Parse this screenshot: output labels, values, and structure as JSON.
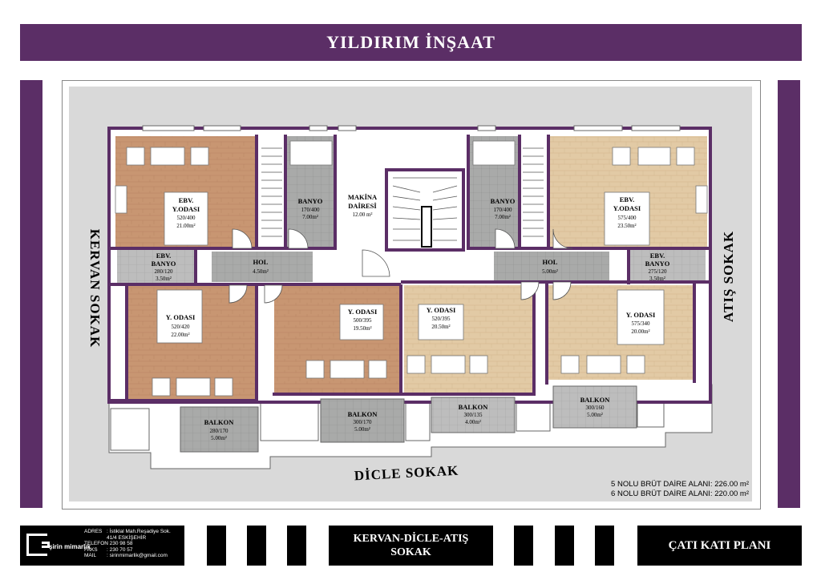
{
  "header": {
    "title": "YILDIRIM İNŞAAT"
  },
  "streets": {
    "left": "KERVAN SOKAK",
    "right": "ATIŞ SOKAK",
    "bottom": "DİCLE SOKAK"
  },
  "rooms": [
    {
      "id": "ebv-y-odasi-left",
      "name1": "EBV.",
      "name2": "Y.ODASI",
      "dim": "520/400",
      "area": "21.00m²"
    },
    {
      "id": "banyo-left",
      "name1": "BANYO",
      "name2": "",
      "dim": "170/400",
      "area": "7.00m²"
    },
    {
      "id": "makina-dairesi",
      "name1": "MAKİNA",
      "name2": "DAİRESİ",
      "dim": "",
      "area": "12.00 m²"
    },
    {
      "id": "banyo-right",
      "name1": "BANYO",
      "name2": "",
      "dim": "170/400",
      "area": "7.00m²"
    },
    {
      "id": "ebv-y-odasi-right",
      "name1": "EBV.",
      "name2": "Y.ODASI",
      "dim": "575/400",
      "area": "23.50m²"
    },
    {
      "id": "ebv-banyo-left",
      "name1": "EBV.",
      "name2": "BANYO",
      "dim": "280/120",
      "area": "3.50m²"
    },
    {
      "id": "hol-left",
      "name1": "HOL",
      "name2": "",
      "dim": "",
      "area": "4.50m²"
    },
    {
      "id": "hol-right",
      "name1": "HOL",
      "name2": "",
      "dim": "",
      "area": "5.00m²"
    },
    {
      "id": "ebv-banyo-right",
      "name1": "EBV.",
      "name2": "BANYO",
      "dim": "275/120",
      "area": "3.50m²"
    },
    {
      "id": "y-odasi-1",
      "name1": "Y. ODASI",
      "name2": "",
      "dim": "520/420",
      "area": "22.00m²"
    },
    {
      "id": "y-odasi-2",
      "name1": "Y. ODASI",
      "name2": "",
      "dim": "500/395",
      "area": "19.50m²"
    },
    {
      "id": "y-odasi-3",
      "name1": "Y. ODASI",
      "name2": "",
      "dim": "520/395",
      "area": "20.50m²"
    },
    {
      "id": "y-odasi-4",
      "name1": "Y. ODASI",
      "name2": "",
      "dim": "575/340",
      "area": "20.00m²"
    },
    {
      "id": "balkon-1",
      "name1": "BALKON",
      "name2": "",
      "dim": "280/170",
      "area": "5.00m²"
    },
    {
      "id": "balkon-2",
      "name1": "BALKON",
      "name2": "",
      "dim": "300/170",
      "area": "5.00m²"
    },
    {
      "id": "balkon-3",
      "name1": "BALKON",
      "name2": "",
      "dim": "300/135",
      "area": "4.00m²"
    },
    {
      "id": "balkon-4",
      "name1": "BALKON",
      "name2": "",
      "dim": "300/160",
      "area": "5.00m²"
    }
  ],
  "areas": [
    "5 NOLU BRÜT DAİRE  ALANI:  226.00 m²",
    "6 NOLU BRÜT DAİRE  ALANI:  220.00 m²"
  ],
  "footer": {
    "logo_text": "şirin mimarlık",
    "contact": [
      {
        "label": "ADRES",
        "value": ": İstiklal Mah.Reşadiye Sok."
      },
      {
        "label": "",
        "value": "41/4 ESKİŞEHİR"
      },
      {
        "label": "TELEFON",
        "value": ": 230 98 58"
      },
      {
        "label": "FAKS",
        "value": ": 230 70 57"
      },
      {
        "label": "MAIL",
        "value": ": sirinmimarlik@gmail.com"
      }
    ],
    "center_line1": "KERVAN-DİCLE-ATIŞ",
    "center_line2": "SOKAK",
    "right_label": "ÇATI KATI PLANI"
  },
  "colors": {
    "brand_purple": "#5b2e66",
    "wood_dark": "#c89672",
    "wood_light": "#e2caa5",
    "tile_gray": "#a9aaa9",
    "site_gray": "#d9d9d9"
  }
}
